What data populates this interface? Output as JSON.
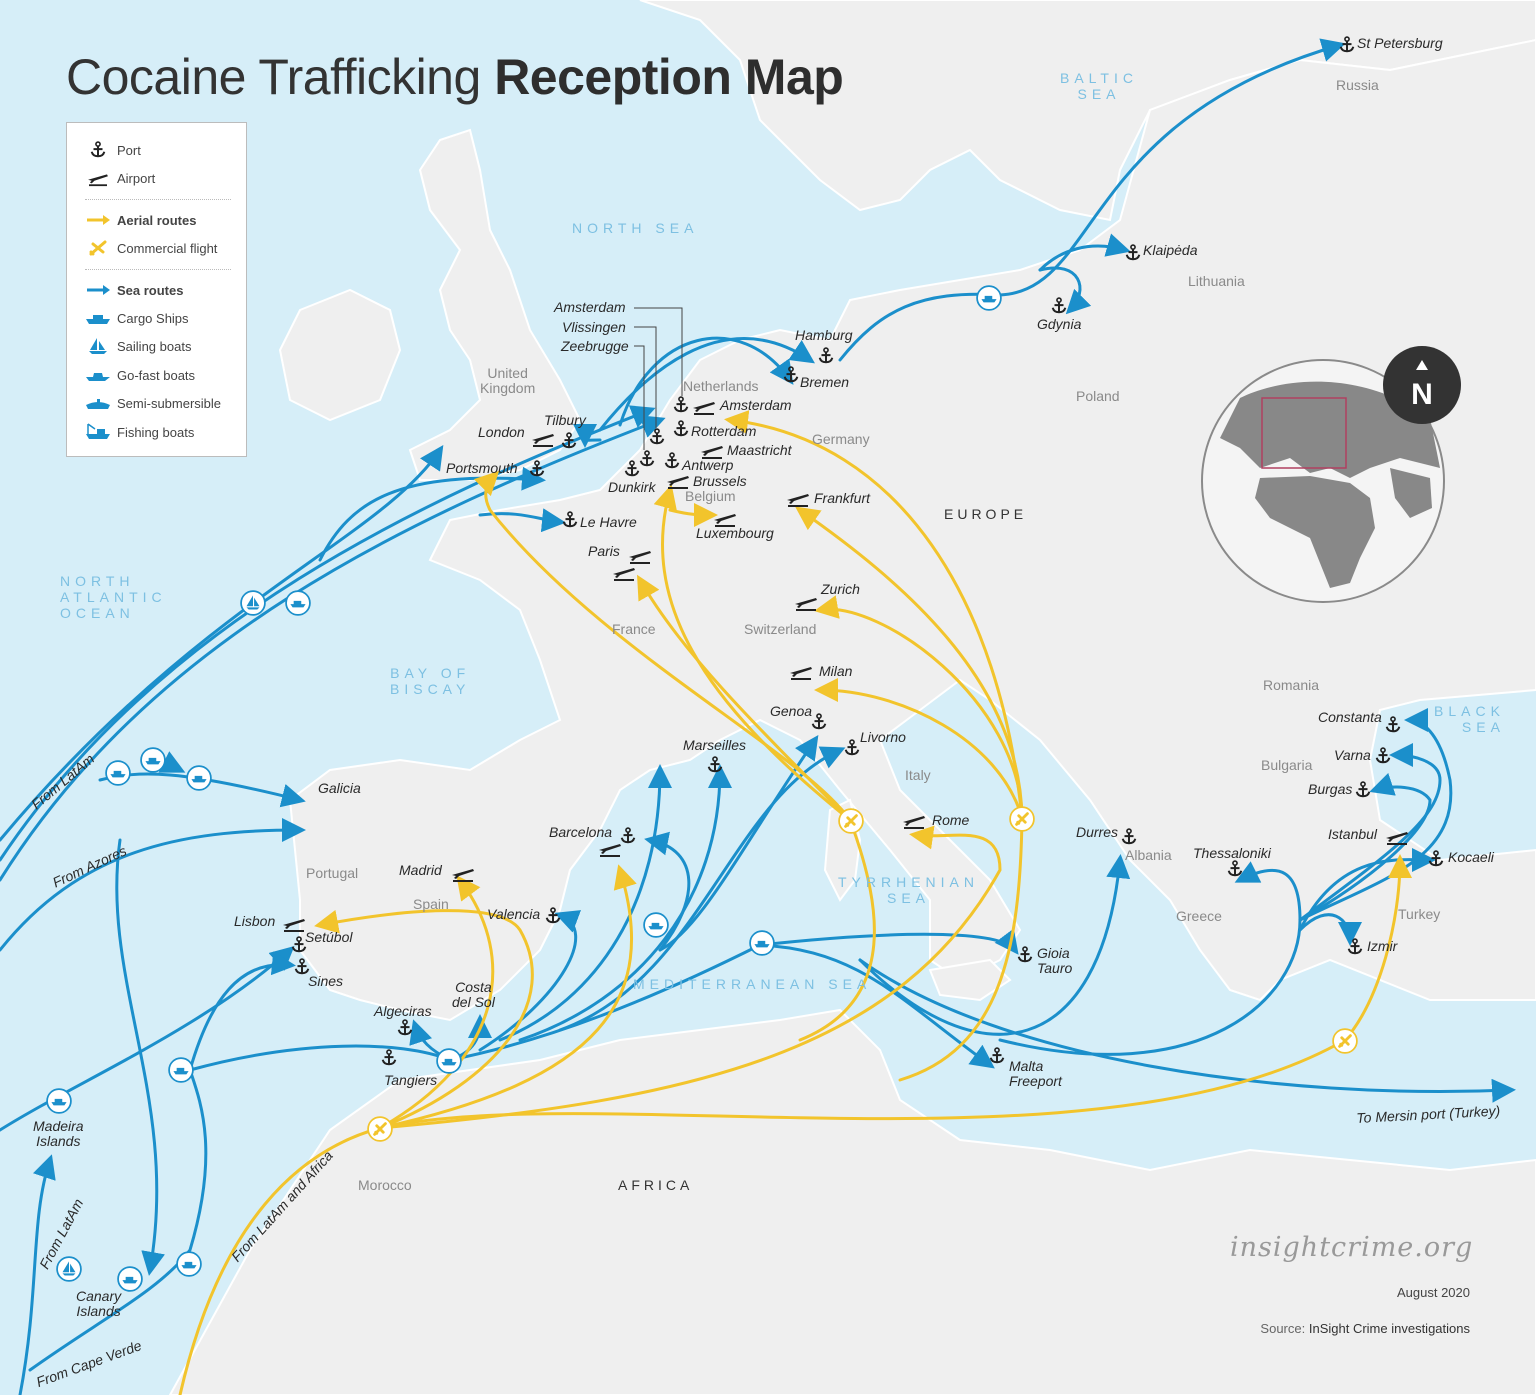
{
  "title": {
    "light": "Cocaine Trafficking",
    "bold": "Reception Map"
  },
  "legend": {
    "port": "Port",
    "airport": "Airport",
    "aerial_routes": "Aerial routes",
    "commercial_flight": "Commercial flight",
    "sea_routes": "Sea routes",
    "cargo_ships": "Cargo Ships",
    "sailing_boats": "Sailing boats",
    "go_fast_boats": "Go-fast boats",
    "semi_submersible": "Semi-submersible",
    "fishing_boats": "Fishing boats"
  },
  "colors": {
    "sea_route": "#1b8fcb",
    "aerial_route": "#f2c42c",
    "sea": "#d6eef8",
    "land": "#efefef",
    "land_border": "#ffffff"
  },
  "oceans": {
    "north_sea": "NORTH SEA",
    "baltic_sea_1": "BALTIC",
    "baltic_sea_2": "SEA",
    "atlantic_1": "NORTH",
    "atlantic_2": "ATLANTIC",
    "atlantic_3": "OCEAN",
    "biscay_1": "BAY OF",
    "biscay_2": "BISCAY",
    "black_1": "BLACK",
    "black_2": "SEA",
    "tyrrhenian_1": "TYRRHENIAN",
    "tyrrhenian_2": "SEA",
    "mediterranean": "MEDITERRANEAN SEA"
  },
  "regions": {
    "europe": "EUROPE",
    "africa": "AFRICA"
  },
  "countries": {
    "uk_1": "United",
    "uk_2": "Kingdom",
    "netherlands": "Netherlands",
    "belgium": "Belgium",
    "germany": "Germany",
    "poland": "Poland",
    "lithuania": "Lithuania",
    "russia": "Russia",
    "france": "France",
    "switzerland": "Switzerland",
    "italy": "Italy",
    "spain": "Spain",
    "portugal": "Portugal",
    "morocco": "Morocco",
    "romania": "Romania",
    "bulgaria": "Bulgaria",
    "greece": "Greece",
    "turkey": "Turkey",
    "albania": "Albania"
  },
  "cities": {
    "st_petersburg": "St Petersburg",
    "klaipeda": "Klaipėda",
    "gdynia": "Gdynia",
    "hamburg": "Hamburg",
    "bremen": "Bremen",
    "amsterdam_top": "Amsterdam",
    "vlissingen": "Vlissingen",
    "zeebrugge": "Zeebrugge",
    "amsterdam": "Amsterdam",
    "rotterdam": "Rotterdam",
    "maastricht": "Maastricht",
    "antwerp": "Antwerp",
    "brussels": "Brussels",
    "dunkirk": "Dunkirk",
    "tilbury": "Tilbury",
    "london": "London",
    "portsmouth": "Portsmouth",
    "le_havre": "Le Havre",
    "paris": "Paris",
    "luxembourg": "Luxembourg",
    "frankfurt": "Frankfurt",
    "zurich": "Zurich",
    "milan": "Milan",
    "genoa": "Genoa",
    "livorno": "Livorno",
    "marseilles": "Marseilles",
    "rome": "Rome",
    "barcelona": "Barcelona",
    "valencia": "Valencia",
    "madrid": "Madrid",
    "lisbon": "Lisbon",
    "setubal": "Setúbol",
    "sines": "Sines",
    "galicia": "Galicia",
    "algeciras": "Algeciras",
    "costa_del_sol_1": "Costa",
    "costa_del_sol_2": "del Sol",
    "tangiers": "Tangiers",
    "gioia_tauro_1": "Gioia",
    "gioia_tauro_2": "Tauro",
    "malta_1": "Malta",
    "malta_2": "Freeport",
    "durres": "Durres",
    "thessaloniki": "Thessaloniki",
    "izmir": "Izmir",
    "istanbul": "Istanbul",
    "kocaeli": "Kocaeli",
    "burgas": "Burgas",
    "varna": "Varna",
    "constanta": "Constanta",
    "madeira_1": "Madeira",
    "madeira_2": "Islands",
    "canary_1": "Canary",
    "canary_2": "Islands"
  },
  "routes": {
    "from_latam": "From LatAm",
    "from_azores": "From Azores",
    "from_latam_2": "From LatAm",
    "from_cape_verde": "From Cape Verde",
    "from_latam_africa": "From LatAm and Africa",
    "to_mersin": "To Mersin port (Turkey)"
  },
  "compass": {
    "letter": "N"
  },
  "footer": {
    "brand": "insightcrime.org",
    "date": "August 2020",
    "source_label": "Source:",
    "source_value": "InSight Crime investigations"
  }
}
